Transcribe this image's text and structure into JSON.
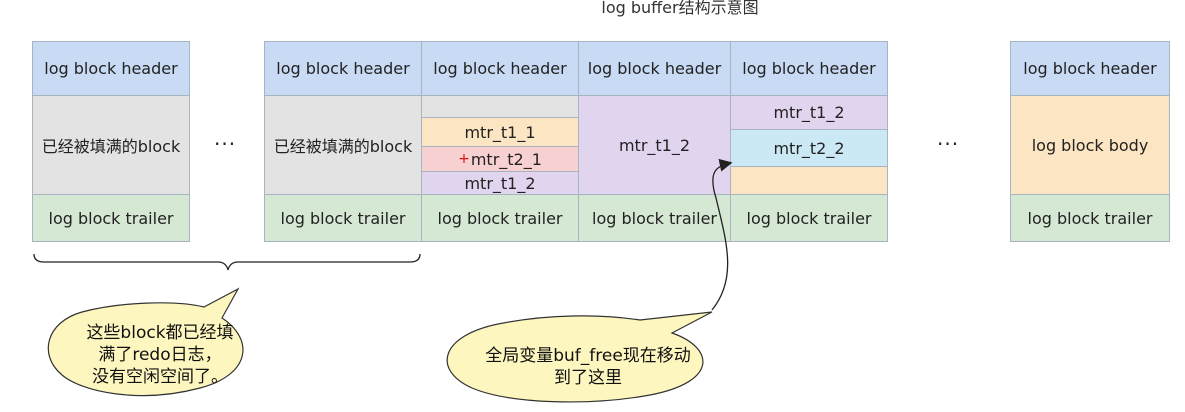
{
  "title": "log buffer结构示意图",
  "labels": {
    "header": "log block header",
    "trailer": "log block trailer",
    "filled": "已经被填满的block",
    "body": "log block body",
    "mtr_t1_1": "mtr_t1_1",
    "mtr_t2_1": "mtr_t2_1",
    "mtr_t1_2": "mtr_t1_2",
    "mtr_t2_2": "mtr_t2_2",
    "ellipsis": "···"
  },
  "callouts": {
    "filled": [
      "这些block都已经填",
      "满了redo日志，",
      "没有空闲空间了。"
    ],
    "buf_free": [
      "全局变量buf_free现在移动",
      "到了这里"
    ]
  },
  "colors": {
    "header": "#c8daf4",
    "filled": "#e3e3e3",
    "trailer": "#d5e8d4",
    "mtr_t1_1": "#fbe5c2",
    "mtr_t2_1": "#f7d1d1",
    "mtr_t1_2": "#e1d4ef",
    "mtr_t2_2": "#cbe9f5",
    "callout": "#fdf6bf"
  }
}
